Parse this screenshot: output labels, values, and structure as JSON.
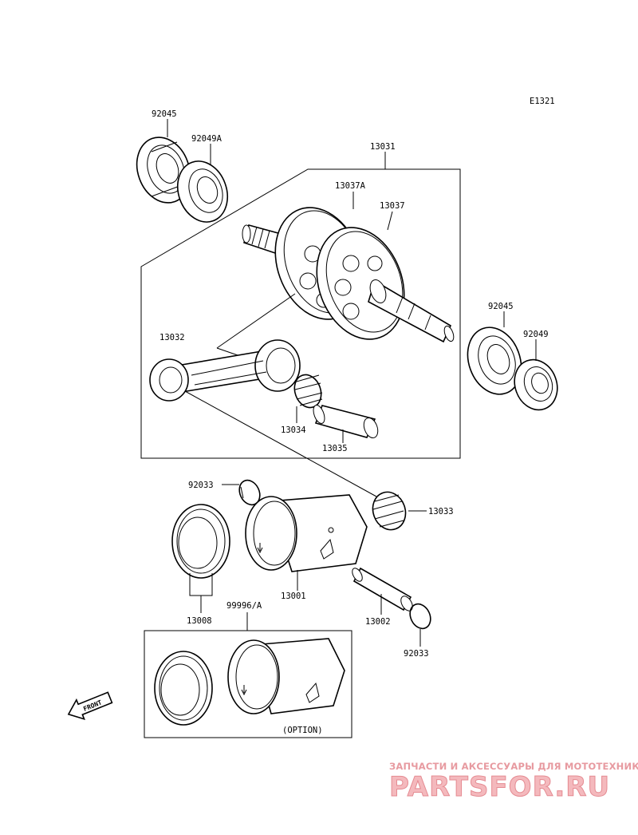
{
  "diagram": {
    "code": "E1321",
    "labels": {
      "p92045_top": "92045",
      "p92049A": "92049A",
      "p13031": "13031",
      "p13037A": "13037A",
      "p13037": "13037",
      "p13032": "13032",
      "p92045_right": "92045",
      "p92049": "92049",
      "p13034": "13034",
      "p13035": "13035",
      "p92033_top": "92033",
      "p13033": "13033",
      "p13001": "13001",
      "p13008": "13008",
      "p99996A": "99996/A",
      "p13002": "13002",
      "p92033_bottom": "92033",
      "option": "(OPTION)",
      "front": "FRONT"
    }
  },
  "watermark": {
    "subtitle": "ЗАПЧАСТИ И АКСЕССУАРЫ ДЛЯ МОТОТЕХНИКИ",
    "brand": "PARTSFOR.RU"
  }
}
